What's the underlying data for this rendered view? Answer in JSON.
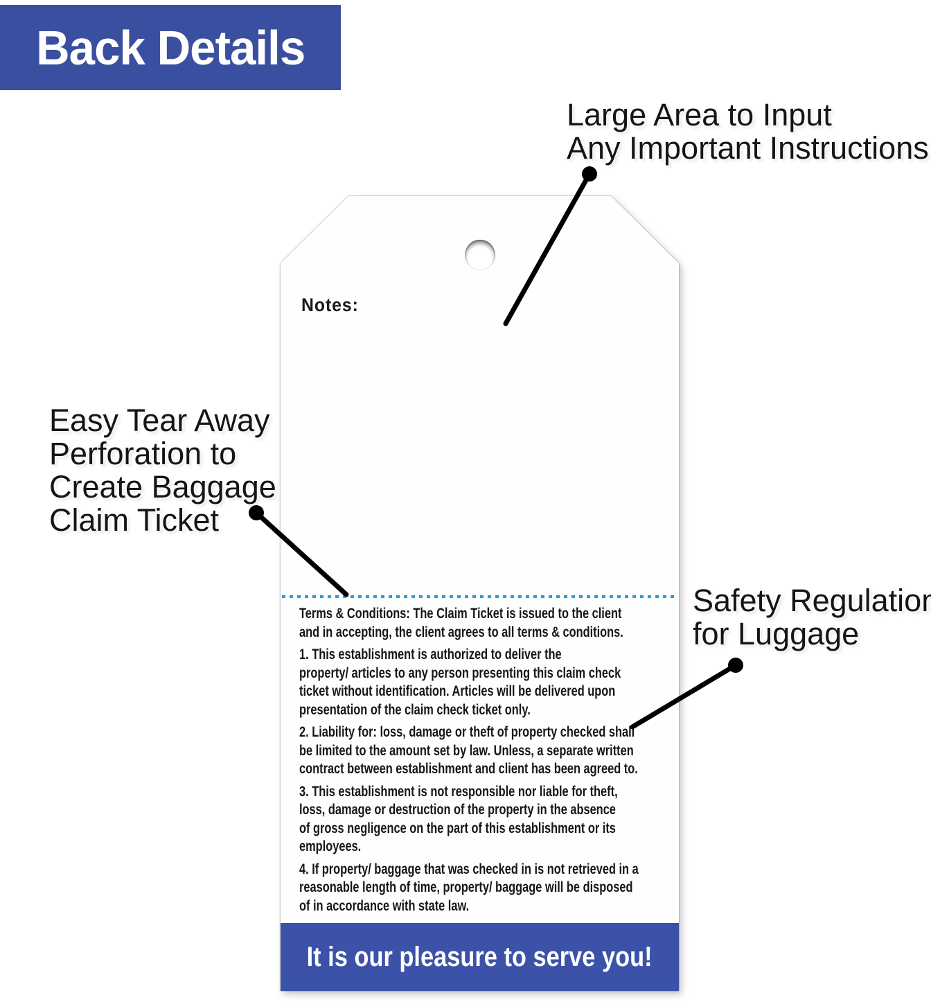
{
  "header": {
    "title": "Back Details",
    "bg_color": "#3b4fa1",
    "text_color": "#ffffff"
  },
  "annotations": {
    "top_right": {
      "lines": [
        "Large Area to Input",
        "Any Important Instructions"
      ]
    },
    "left": {
      "lines": [
        "Easy Tear Away",
        "Perforation to",
        "Create Baggage",
        "Claim Ticket"
      ]
    },
    "right": {
      "lines": [
        "Safety Regulations",
        "for Luggage"
      ]
    }
  },
  "tag": {
    "notes_label": "Notes:",
    "perforation_color": "#2e9bd6",
    "terms": {
      "paragraphs": [
        [
          "Terms & Conditions: The Claim Ticket is issued to the client",
          "and in accepting, the client agrees to all terms & conditions."
        ],
        [
          "1. This establishment is authorized to deliver the",
          "property/ articles to any person presenting this claim check",
          "ticket without identification. Articles will be delivered upon",
          "presentation of the claim check ticket only."
        ],
        [
          "2. Liability for: loss, damage or theft of property checked shall",
          "be limited to the amount set by law. Unless, a separate written",
          "contract between establishment and client has been agreed to."
        ],
        [
          "3. This establishment is not responsible nor liable for theft,",
          "loss, damage or destruction of the property in the absence",
          "of gross negligence on the part of this establishment or its",
          "employees."
        ],
        [
          "4. If property/ baggage that was checked in is not retrieved in a",
          "reasonable length of time, property/ baggage will be disposed",
          "of in accordance with state law."
        ]
      ]
    },
    "footer": {
      "text": "It is our pleasure to serve you!",
      "bg_color": "#3c52a8",
      "text_color": "#ffffff"
    }
  }
}
